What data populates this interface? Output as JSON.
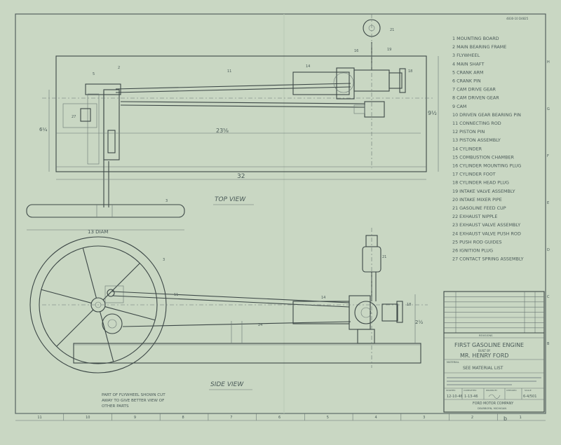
{
  "sheet_code": "4830-10 D4825",
  "views": {
    "top": "TOP VIEW",
    "side": "SIDE VIEW"
  },
  "dimensions": {
    "length_32": "32",
    "length_23": "23⅝",
    "width_9": "9½",
    "height_6": "6¼",
    "flywheel_dia": "13 DIAM",
    "side_height": "2½"
  },
  "part_list": [
    "1 MOUNTING BOARD",
    "2 MAIN BEARING FRAME",
    "3 FLYWHEEL",
    "4 MAIN SHAFT",
    "5 CRANK ARM",
    "6 CRANK PIN",
    "7 CAM DRIVE GEAR",
    "8 CAM DRIVEN GEAR",
    "9 CAM",
    "10 DRIVEN GEAR BEARING PIN",
    "11 CONNECTING ROD",
    "12 PISTON PIN",
    "13 PISTON ASSEMBLY",
    "14 CYLINDER",
    "15 COMBUSTION CHAMBER",
    "16 CYLINDER MOUNTING PLUG",
    "17 CYLINDER FOOT",
    "18 CYLINDER HEAD PLUG",
    "19 INTAKE VALVE ASSEMBLY",
    "20 INTAKE MIXER PIPE",
    "21 GASOLINE FEED CUP",
    "22 EXHAUST NIPPLE",
    "23 EXHAUST VALVE ASSEMBLY",
    "24 EXHAUST VALVE PUSH ROD",
    "25 PUSH ROD GUIDES",
    "26 IGNITION PLUG",
    "27 CONTACT SPRING ASSEMBLY"
  ],
  "note": "PART OF FLYWHEEL SHOWN CUT AWAY TO GIVE BETTER VIEW OF OTHER PARTS",
  "title_block": {
    "revisions_header": "REVISIONS",
    "title_line1": "FIRST GASOLINE ENGINE",
    "title_built_by": "BUILT BY",
    "title_line2": "MR. HENRY FORD",
    "material_label": "MATERIAL",
    "material_value": "SEE MATERIAL LIST",
    "company": "FORD MOTOR COMPANY",
    "city": "DEARBORN, MICHIGAN",
    "started_label": "STARTED",
    "completed_label": "COMPLETED",
    "drawn_label": "DRAWN BY",
    "checked_label": "CHECKED",
    "scale_label": "SCALE",
    "started": "12-10-46",
    "completed": "1-13-46",
    "sheet_no": "6-4/501"
  },
  "border_columns": [
    "11",
    "10",
    "9",
    "8",
    "7",
    "6",
    "5",
    "4",
    "3",
    "2",
    "1"
  ],
  "border_rows": [
    "H",
    "G",
    "F",
    "E",
    "D",
    "C",
    "B"
  ]
}
